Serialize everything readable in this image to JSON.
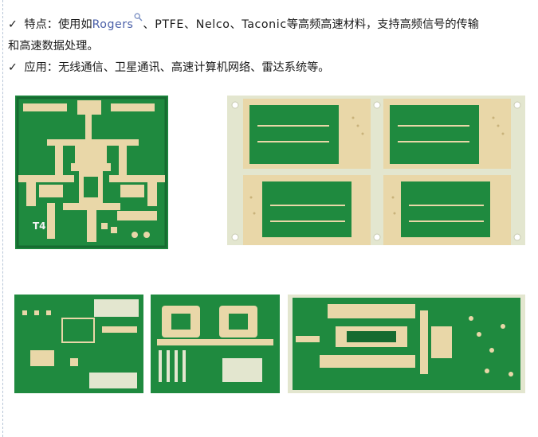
{
  "features": {
    "check": "✓",
    "label": "特点：",
    "prefix": "使用如",
    "rogers": "Rogers",
    "materials_rest": "、PTFE、Nelco、Taconic",
    "suffix": "等高频高速材料，支持高频信号的传输",
    "line2": "和高速数据处理。"
  },
  "applications": {
    "check": "✓",
    "label": "应用：",
    "text": "无线通信、卫星通讯、高速计算机网络、雷达系统等。"
  },
  "photos": {
    "board1_marking": "T4"
  },
  "colors": {
    "pcb_green": "#1f8a3f",
    "pcb_dark_green": "#166b30",
    "gold": "#e9d7a8",
    "panel_cream": "#e3e6cf",
    "link_blue": "#4a5fa8"
  }
}
